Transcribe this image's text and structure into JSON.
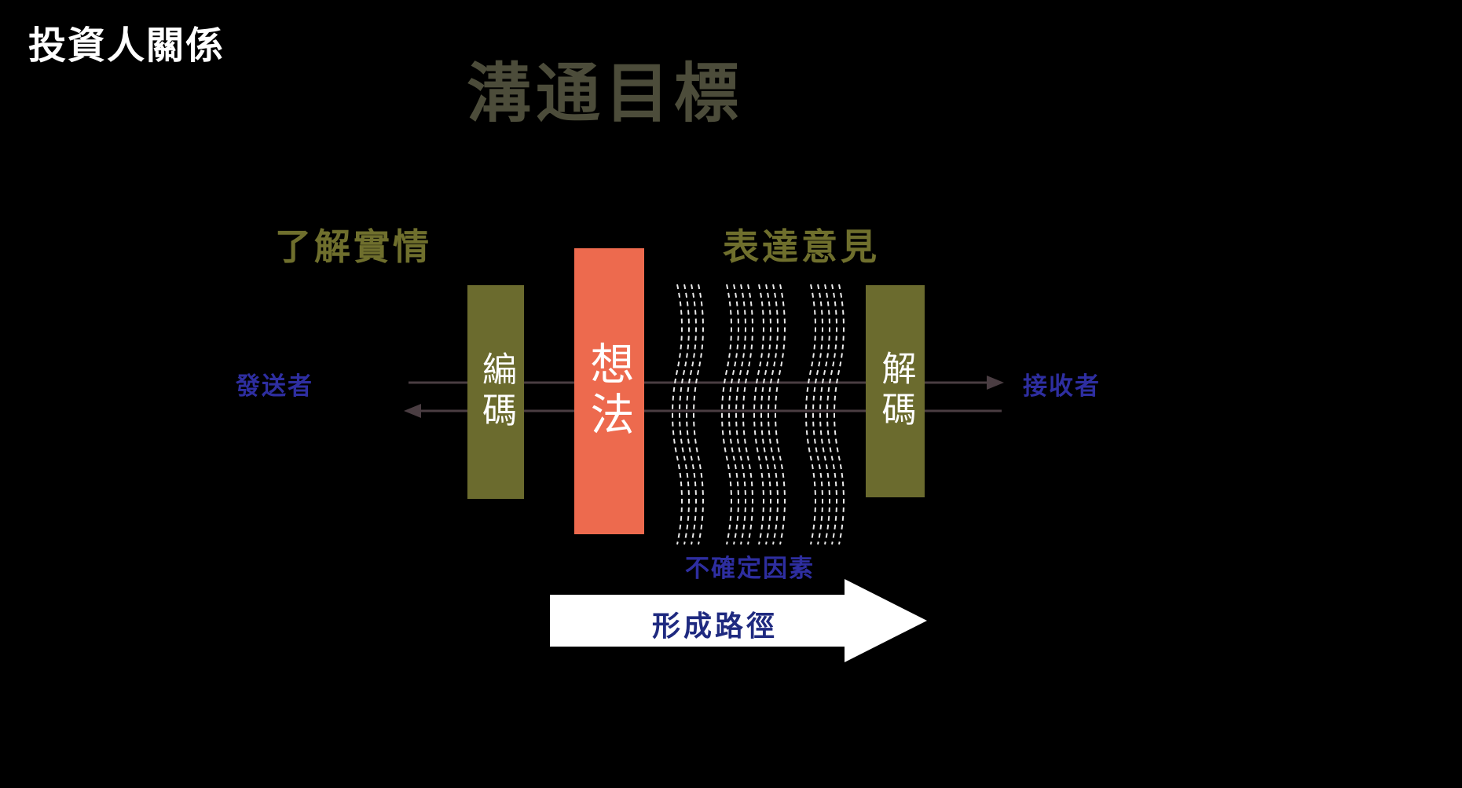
{
  "page": {
    "title": "投資人關係",
    "heading": "溝通目標"
  },
  "diagram": {
    "goal_left": "了解實情",
    "goal_right": "表達意見",
    "sender": "發送者",
    "receiver": "接收者",
    "encode_bar": "編碼",
    "idea_bar": "想法",
    "decode_bar": "解碼",
    "noise_label": "不確定因素",
    "path_label": "形成路徑"
  },
  "colors": {
    "background": "#000000",
    "title_text": "#ffffff",
    "heading_olive": "#4c4c3a",
    "goal_olive": "#6f6f2d",
    "bar_olive": "#6b6b2e",
    "bar_orange": "#ed6a4e",
    "label_blue": "#2e2ea0",
    "flow_arrow": "#4a3d42",
    "block_arrow": "#ffffff"
  }
}
